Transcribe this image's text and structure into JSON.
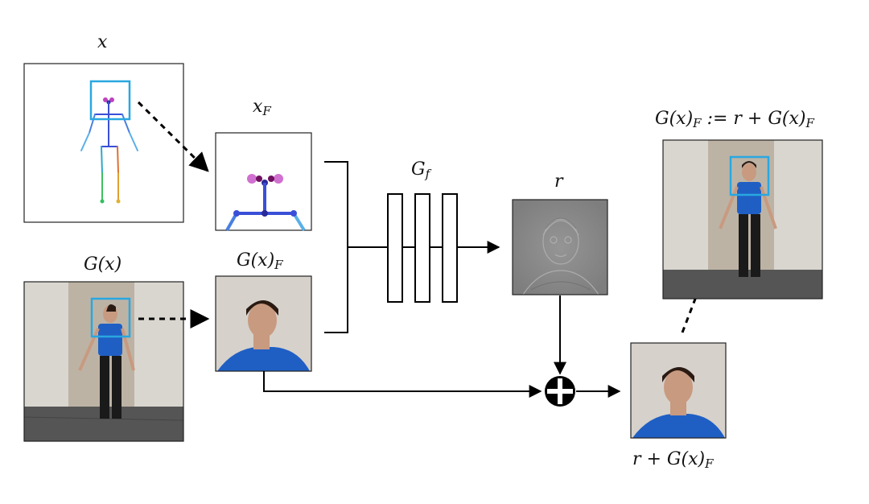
{
  "labels": {
    "x": "x",
    "x_f_base": "x",
    "x_f_sub": "F",
    "g_x": "G(x)",
    "g_x_f_base": "G(x)",
    "g_x_f_sub": "F",
    "g_f_base": "G",
    "g_f_sub": "f",
    "r": "r",
    "final_base": "G(x)",
    "final_sub": "F",
    "final_mid": " := r + G(x)",
    "final_sub2": "F",
    "sum_base": "r + G(x)",
    "sum_sub": "F"
  },
  "colors": {
    "highlight_box": "#29a8e0",
    "shirt_blue": "#1f5fc4",
    "wall": "#d9d6d0",
    "door": "#bdb3a5",
    "floor": "#555555",
    "residual_bg": "#8c8c8c",
    "skeleton_blue": "#3a4fd8",
    "skeleton_magenta": "#c040c0"
  },
  "operator_icon": "plus-circle-icon"
}
